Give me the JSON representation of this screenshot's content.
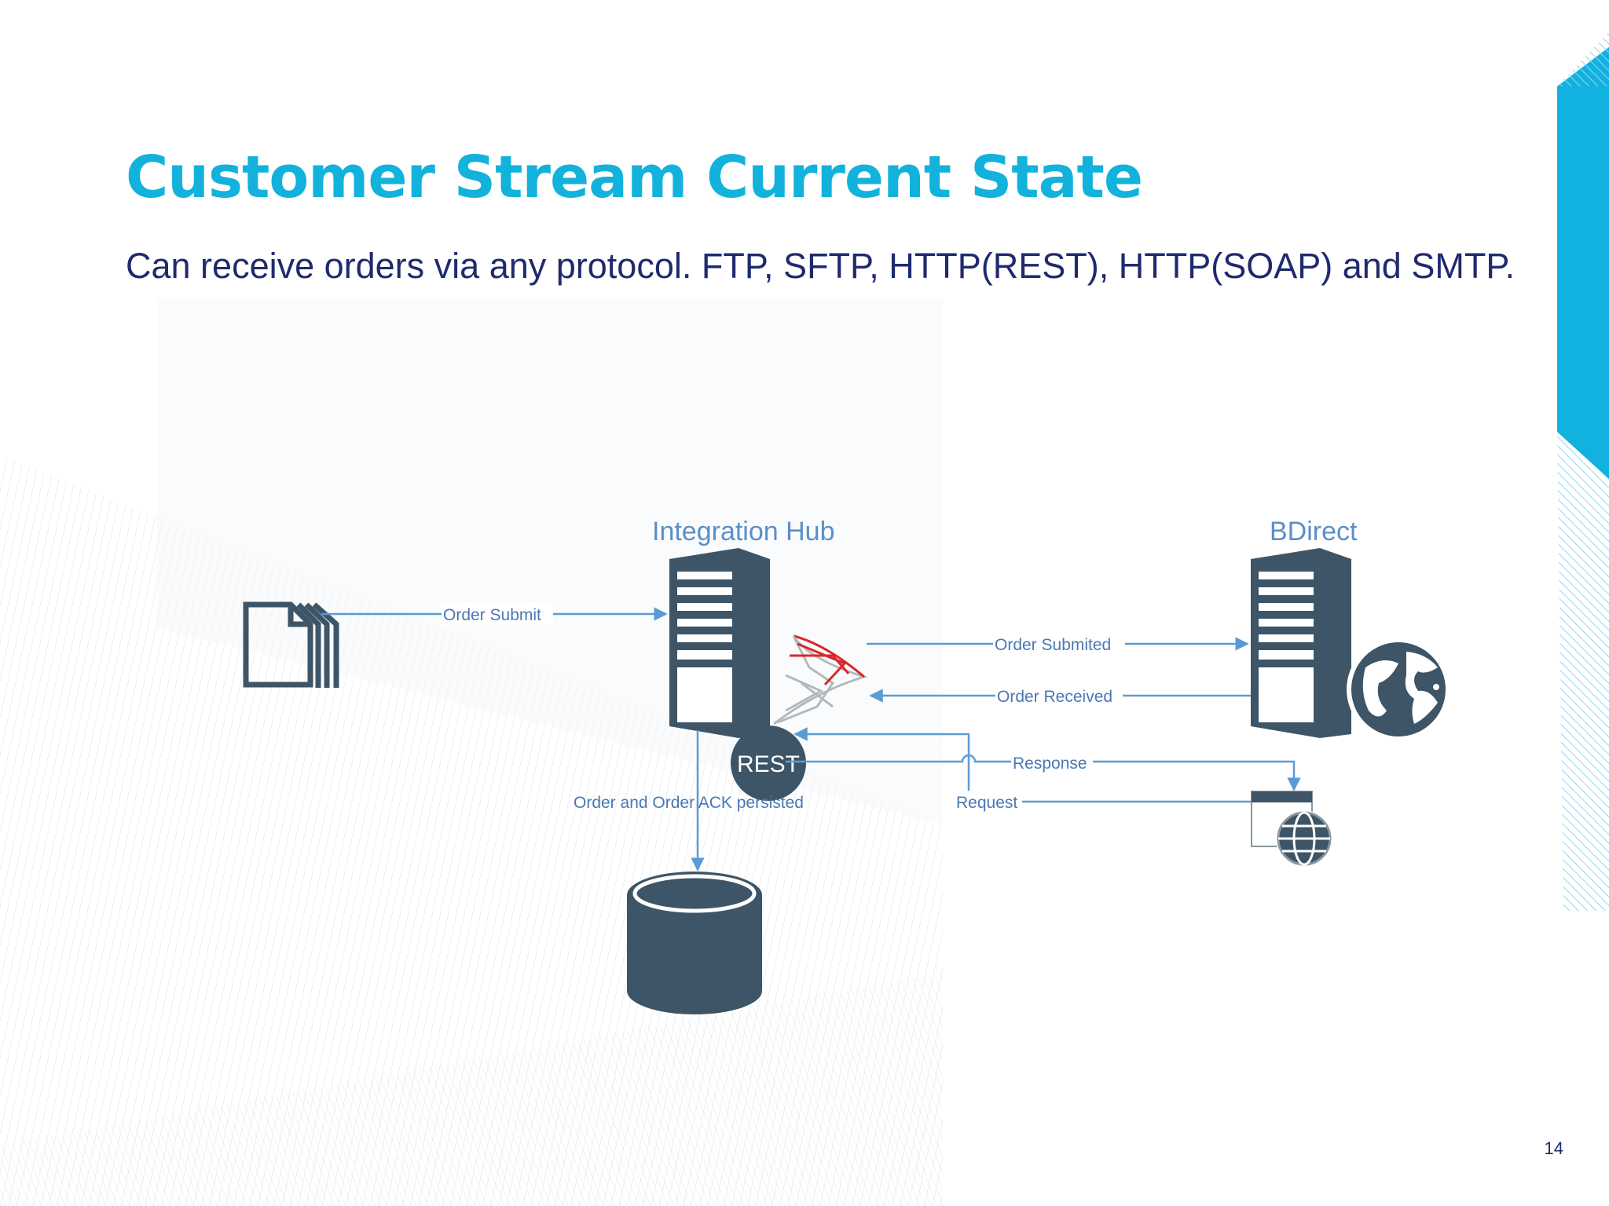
{
  "slide": {
    "title": "Customer Stream Current State",
    "subtitle": "Can receive orders via any protocol. FTP, SFTP, HTTP(REST), HTTP(SOAP) and SMTP.",
    "page_number": "14"
  },
  "diagram": {
    "nodes": {
      "integration_hub": "Integration Hub",
      "bdirect": "BDirect",
      "rest": "REST"
    },
    "edges": {
      "order_submit": "Order Submit",
      "order_submitted": "Order Submited",
      "order_received": "Order Received",
      "response": "Response",
      "request": "Request",
      "persisted": "Order and Order ACK persisted"
    },
    "icons": {
      "documents": "documents-icon",
      "hub_server": "server-icon",
      "sql_server": "sql-server-icon",
      "bdirect_server": "server-icon",
      "globe": "globe-icon",
      "web_service": "web-service-icon",
      "database": "database-icon"
    }
  },
  "colors": {
    "title": "#12b2dc",
    "subtitle": "#1f2a6e",
    "node_label": "#5b8fc9",
    "edge_label": "#4a78b3",
    "arrow": "#5b9bd5",
    "icon_dark": "#3d5566",
    "accent_band": "#12b2e0",
    "sql_red": "#d9272e",
    "page_number": "#1f2a6e"
  }
}
